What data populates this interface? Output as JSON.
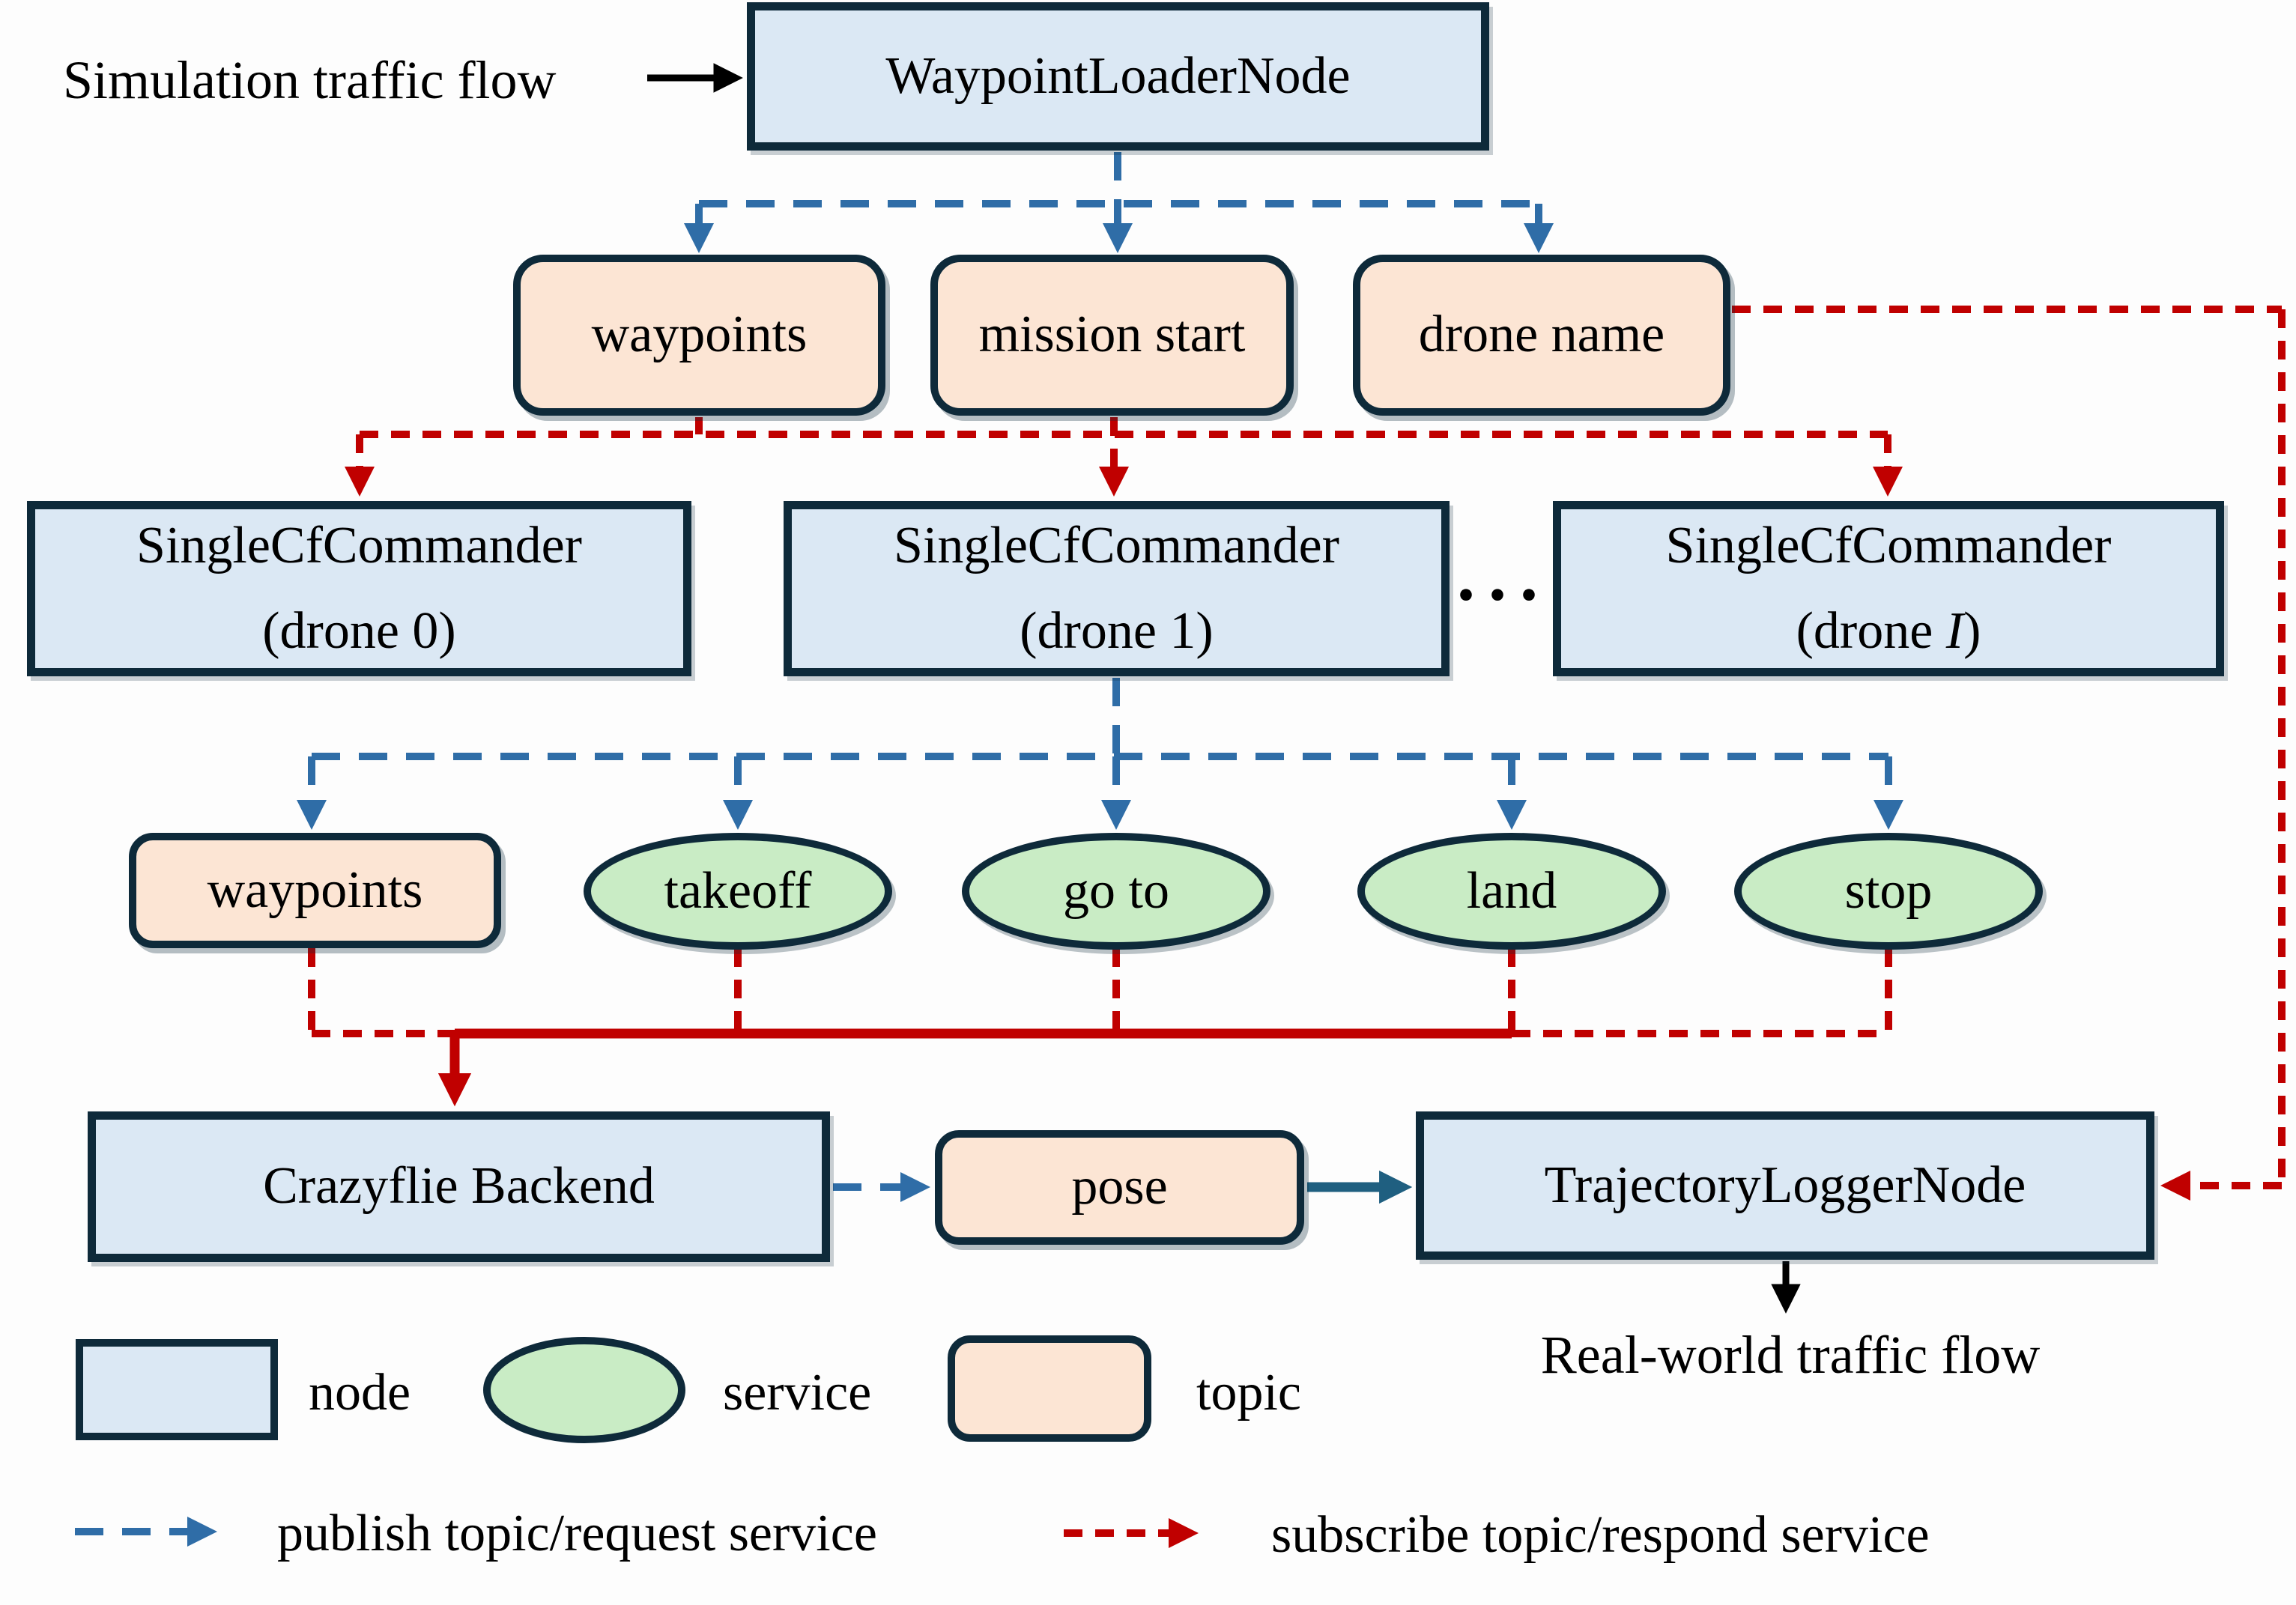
{
  "colors": {
    "bg": "#fdfdfd",
    "ink": "#000000",
    "node-fill": "#dbe8f4",
    "topic-fill": "#fce5d4",
    "service-fill": "#c9ecc5",
    "shape-border": "#0e2a3a",
    "blue": "#2f6da7",
    "red": "#c00000",
    "solid-blue": "#1f5f80"
  },
  "annotations": {
    "sim_flow": "Simulation traffic flow",
    "real_flow": "Real-world traffic flow",
    "ellipsis": "···"
  },
  "nodes": {
    "waypoint_loader": "WaypointLoaderNode",
    "crazyflie": "Crazyflie Backend",
    "trajectory_logger": "TrajectoryLoggerNode"
  },
  "topics_row1": [
    {
      "label": "waypoints"
    },
    {
      "label": "mission start"
    },
    {
      "label": "drone name"
    }
  ],
  "commanders": [
    {
      "name": "SingleCfCommander",
      "instance": "(drone 0)"
    },
    {
      "name": "SingleCfCommander",
      "instance": "(drone 1)"
    },
    {
      "name": "SingleCfCommander",
      "instance_prefix": "(drone ",
      "instance_var": "I",
      "instance_suffix": ")"
    }
  ],
  "topic_row2": {
    "label": "waypoints"
  },
  "services": [
    {
      "label": "takeoff"
    },
    {
      "label": "go to"
    },
    {
      "label": "land"
    },
    {
      "label": "stop"
    }
  ],
  "pose_topic": {
    "label": "pose"
  },
  "legend": {
    "node": "node",
    "service": "service",
    "topic": "topic",
    "publish": "publish topic/request service",
    "subscribe": "subscribe topic/respond service"
  }
}
